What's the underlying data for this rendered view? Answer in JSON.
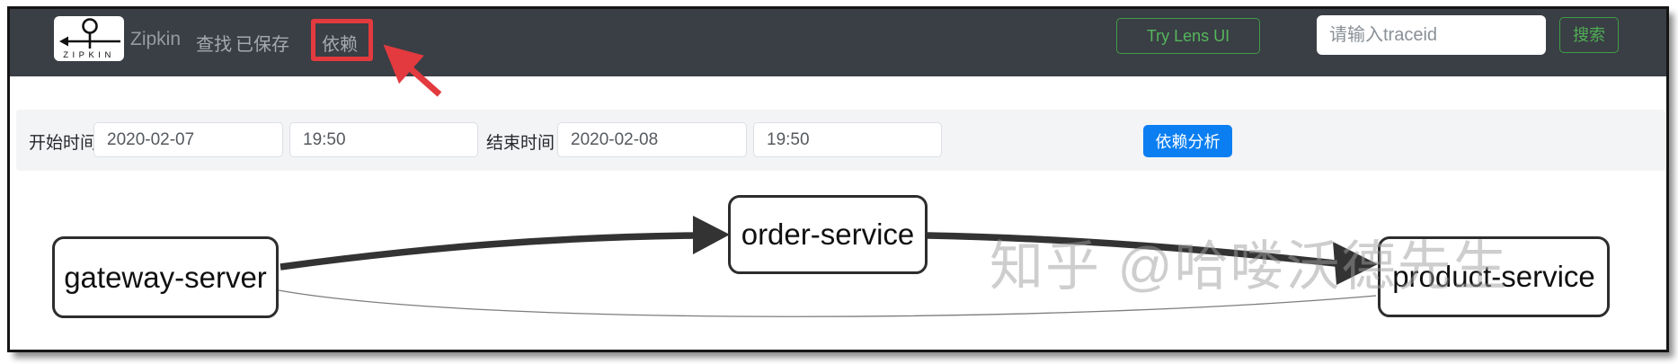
{
  "navbar": {
    "logo_text": "ZIPKIN",
    "brand_label": "Zipkin",
    "menu": [
      {
        "label": "查找"
      },
      {
        "label": "已保存"
      },
      {
        "label": "依赖",
        "highlighted": true
      }
    ],
    "try_lens_button": "Try Lens UI",
    "trace_input": {
      "value": "",
      "placeholder": "请输入traceid"
    },
    "search_button": "搜索"
  },
  "filter_bar": {
    "start_label": "开始时间",
    "start_date": "2020-02-07",
    "start_time": "19:50",
    "end_label": "结束时间",
    "end_date": "2020-02-08",
    "end_time": "19:50",
    "analyze_button": "依赖分析"
  },
  "graph": {
    "nodes": [
      {
        "id": "gateway-server",
        "label": "gateway-server"
      },
      {
        "id": "order-service",
        "label": "order-service"
      },
      {
        "id": "product-service",
        "label": "product-service"
      }
    ],
    "edges": [
      {
        "from": "gateway-server",
        "to": "order-service",
        "weight": "thick"
      },
      {
        "from": "order-service",
        "to": "product-service",
        "weight": "thick"
      },
      {
        "from": "gateway-server",
        "to": "product-service",
        "weight": "thin"
      }
    ]
  },
  "annotation": {
    "type": "red-box-with-arrow",
    "target": "依赖"
  },
  "watermark": "知乎 @哈喽沃德先生",
  "colors": {
    "navbar_bg": "#3a3e45",
    "accent_green": "#4caf50",
    "accent_blue": "#0b7ff2",
    "annotation_red": "#e23a3f",
    "filter_bg": "#f3f4f6",
    "edge_dark": "#333333"
  }
}
